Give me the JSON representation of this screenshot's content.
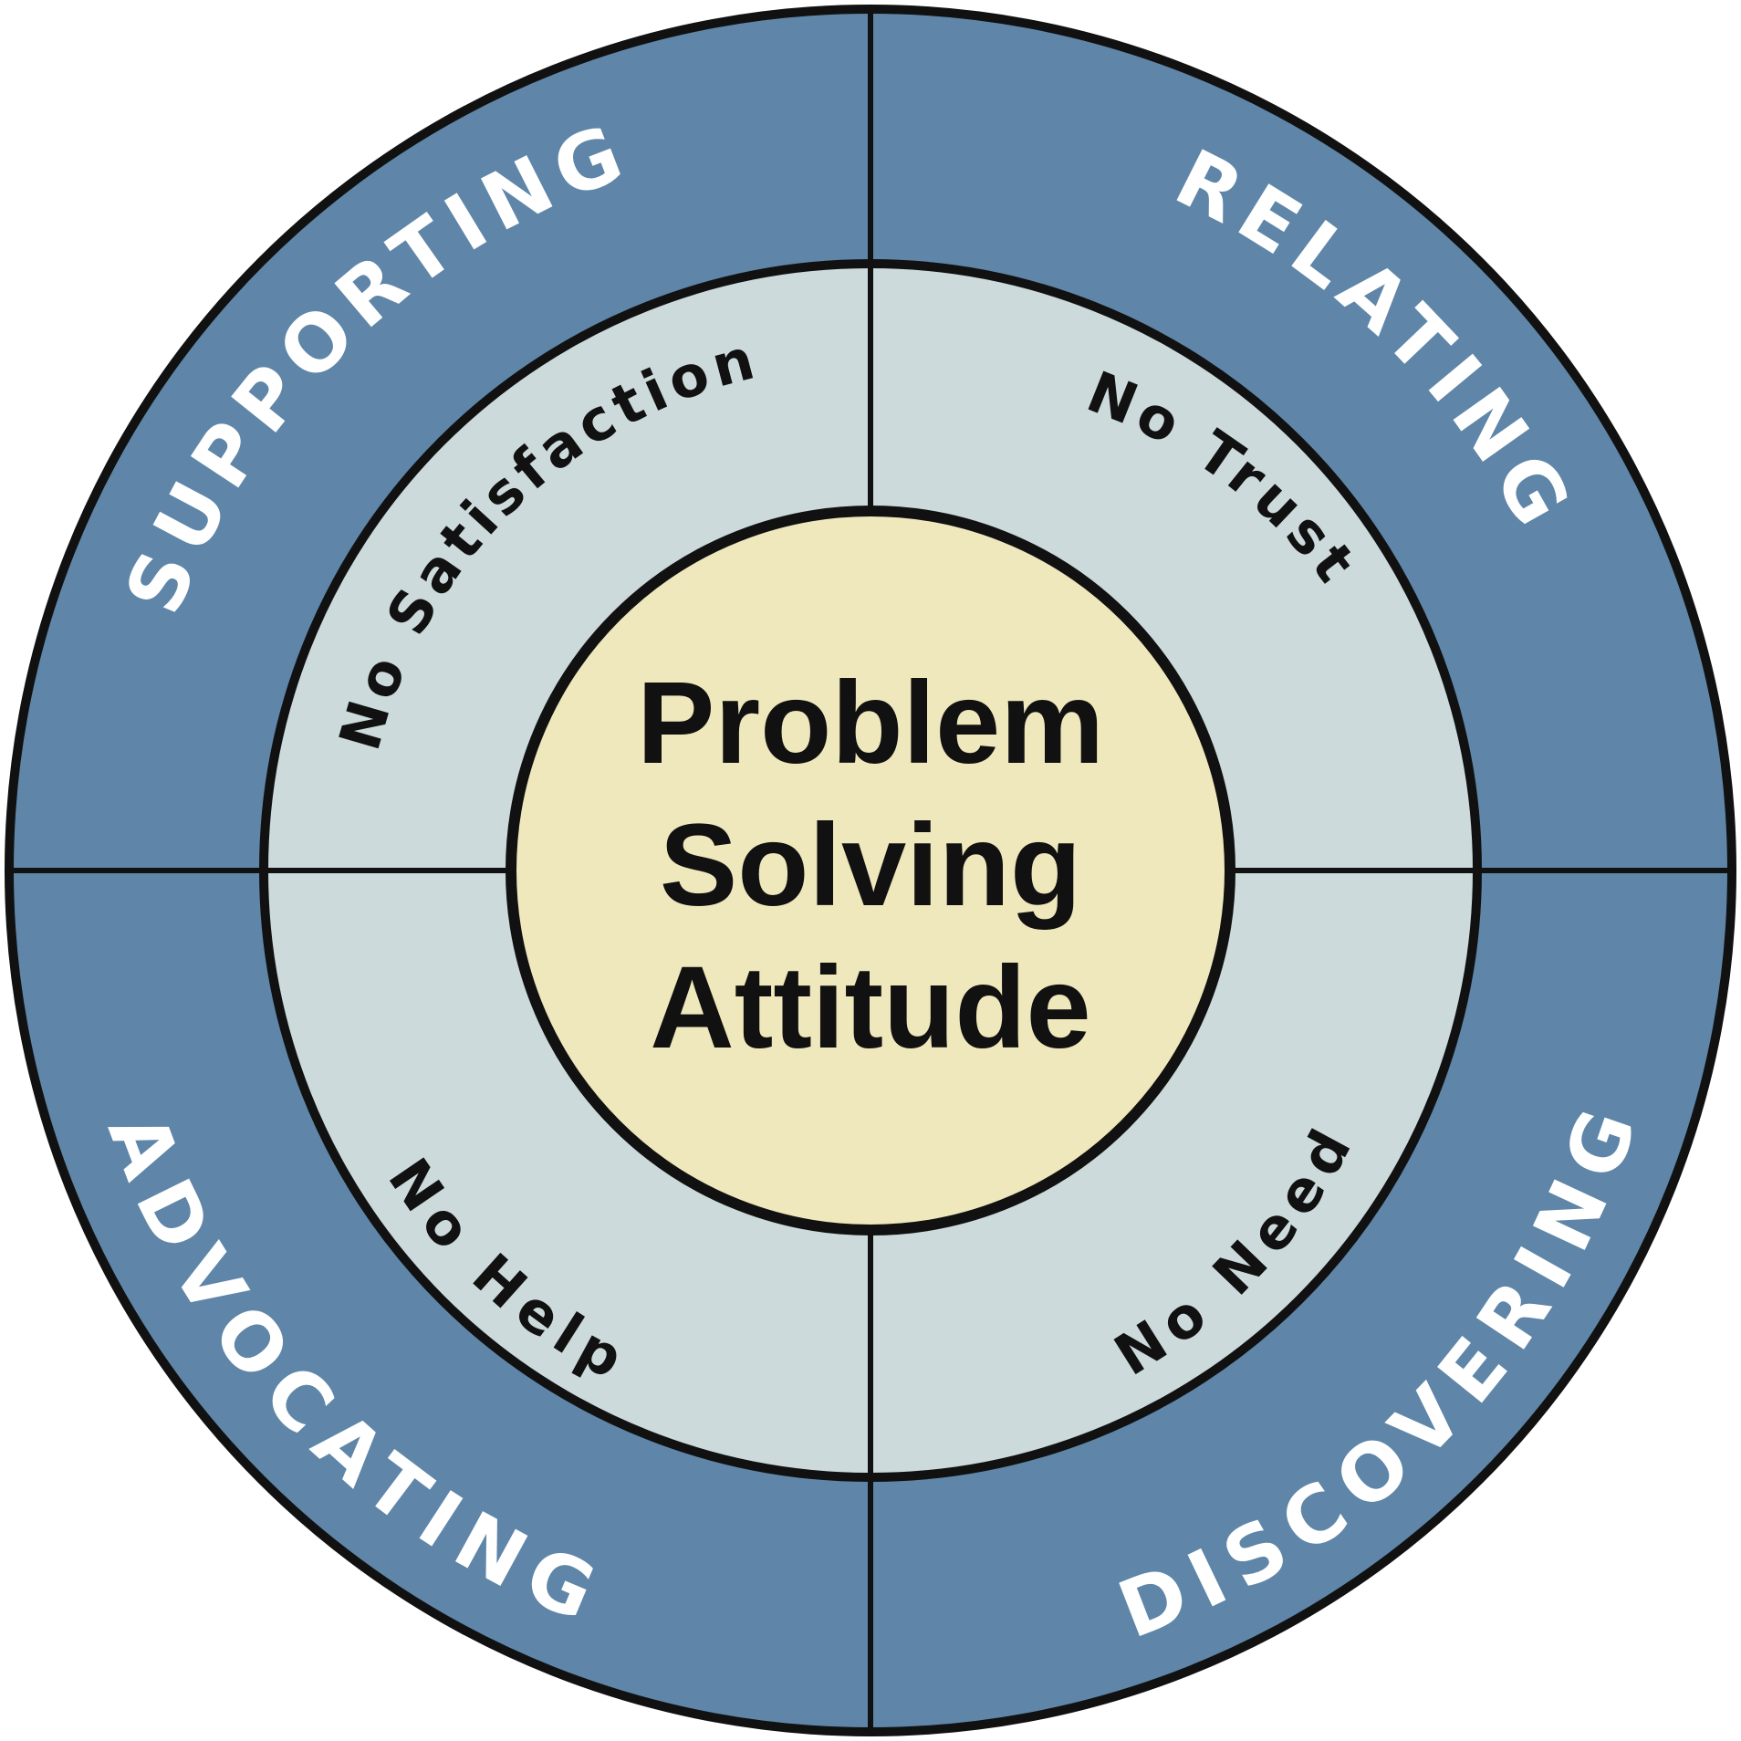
{
  "colors": {
    "outer_ring": "#5f86a8",
    "middle_ring": "#ccdadc",
    "center": "#efe8bd",
    "outline": "#111111",
    "outer_text": "#ffffff",
    "inner_text": "#111111"
  },
  "outer_ring": {
    "supporting": "SUPPORTING",
    "relating": "RELATING",
    "advocating": "ADVOCATING",
    "discovering": "DISCOVERING"
  },
  "middle_ring": {
    "no_satisfaction": "No Satisfaction",
    "no_trust": "No Trust",
    "no_help": "No Help",
    "no_need": "No Need"
  },
  "center": {
    "line1": "Problem",
    "line2": "Solving",
    "line3": "Attitude"
  }
}
